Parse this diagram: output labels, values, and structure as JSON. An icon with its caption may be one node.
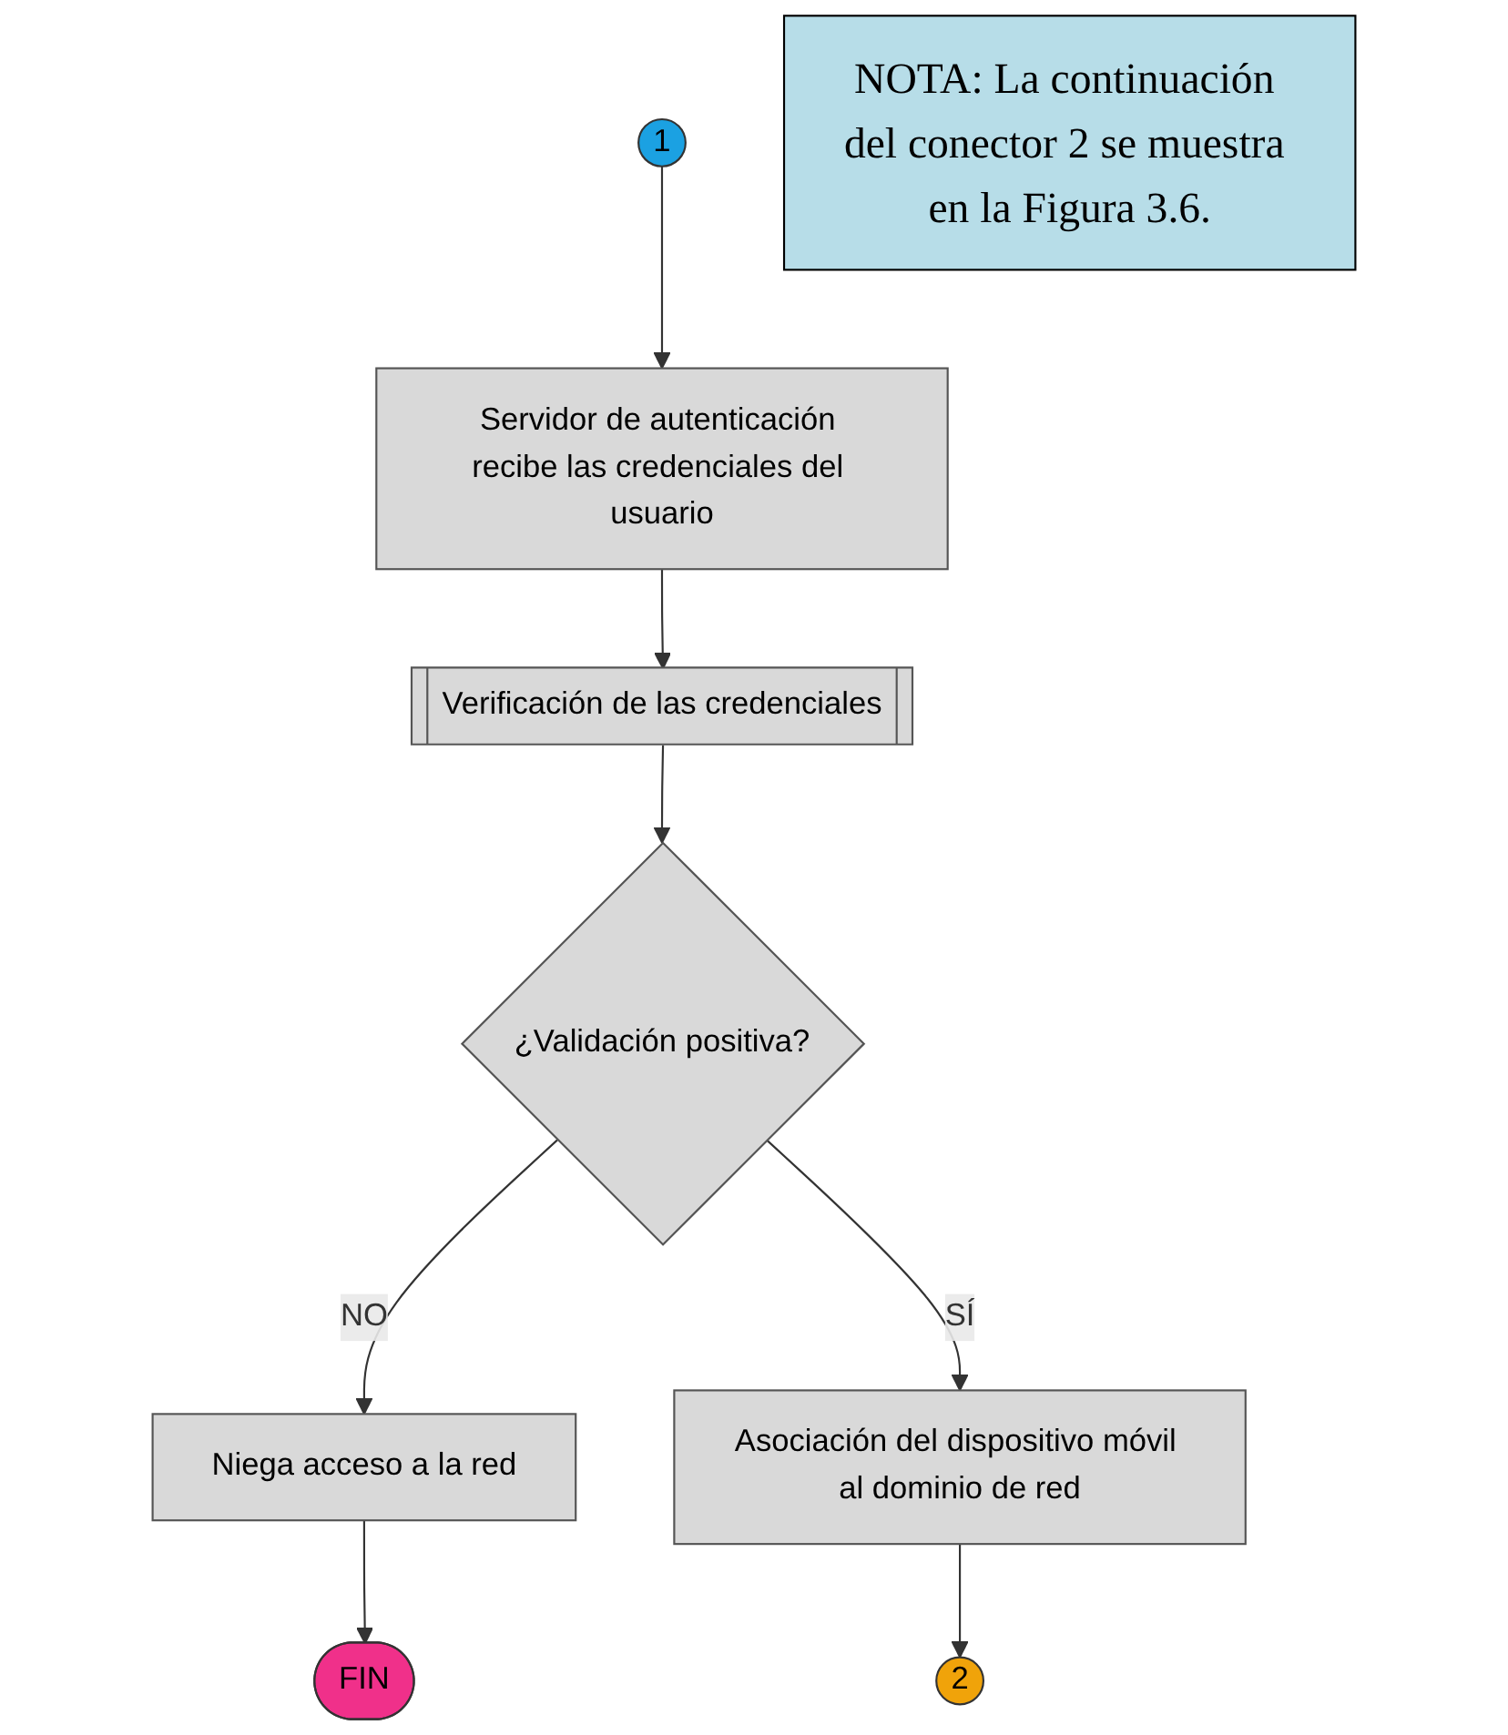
{
  "diagram": {
    "nodes": [
      {
        "text": [
          "1"
        ]
      },
      {
        "text": [
          "Servidor de autenticación recibe las credenciales del usuario"
        ]
      },
      {
        "text": [
          "Verificación de las credenciales"
        ]
      },
      {
        "text": [
          "¿Validación positiva?"
        ]
      },
      {
        "text": [
          "Niega acceso a la red"
        ]
      },
      {
        "text": [
          "FIN"
        ]
      },
      {
        "text": [
          "Asociación del dispositivo móvil al dominio de red"
        ]
      },
      {
        "text": [
          "2"
        ]
      },
      {
        "text": [
          "NOTA: La continuación del conector 2 se muestra en la Figura 3.6."
        ]
      }
    ],
    "edges": [
      {
        "from": 0,
        "to": 1,
        "arrow": "to"
      },
      {
        "from": 1,
        "to": 2,
        "arrow": "to"
      },
      {
        "from": 2,
        "to": 3,
        "arrow": "to"
      },
      {
        "from": 3,
        "to": 4,
        "arrow": "to",
        "label": "NO"
      },
      {
        "from": 4,
        "to": 5,
        "arrow": "to"
      },
      {
        "from": 3,
        "to": 6,
        "arrow": "to",
        "label": "SÍ"
      },
      {
        "from": 6,
        "to": 7,
        "arrow": "to"
      }
    ]
  }
}
